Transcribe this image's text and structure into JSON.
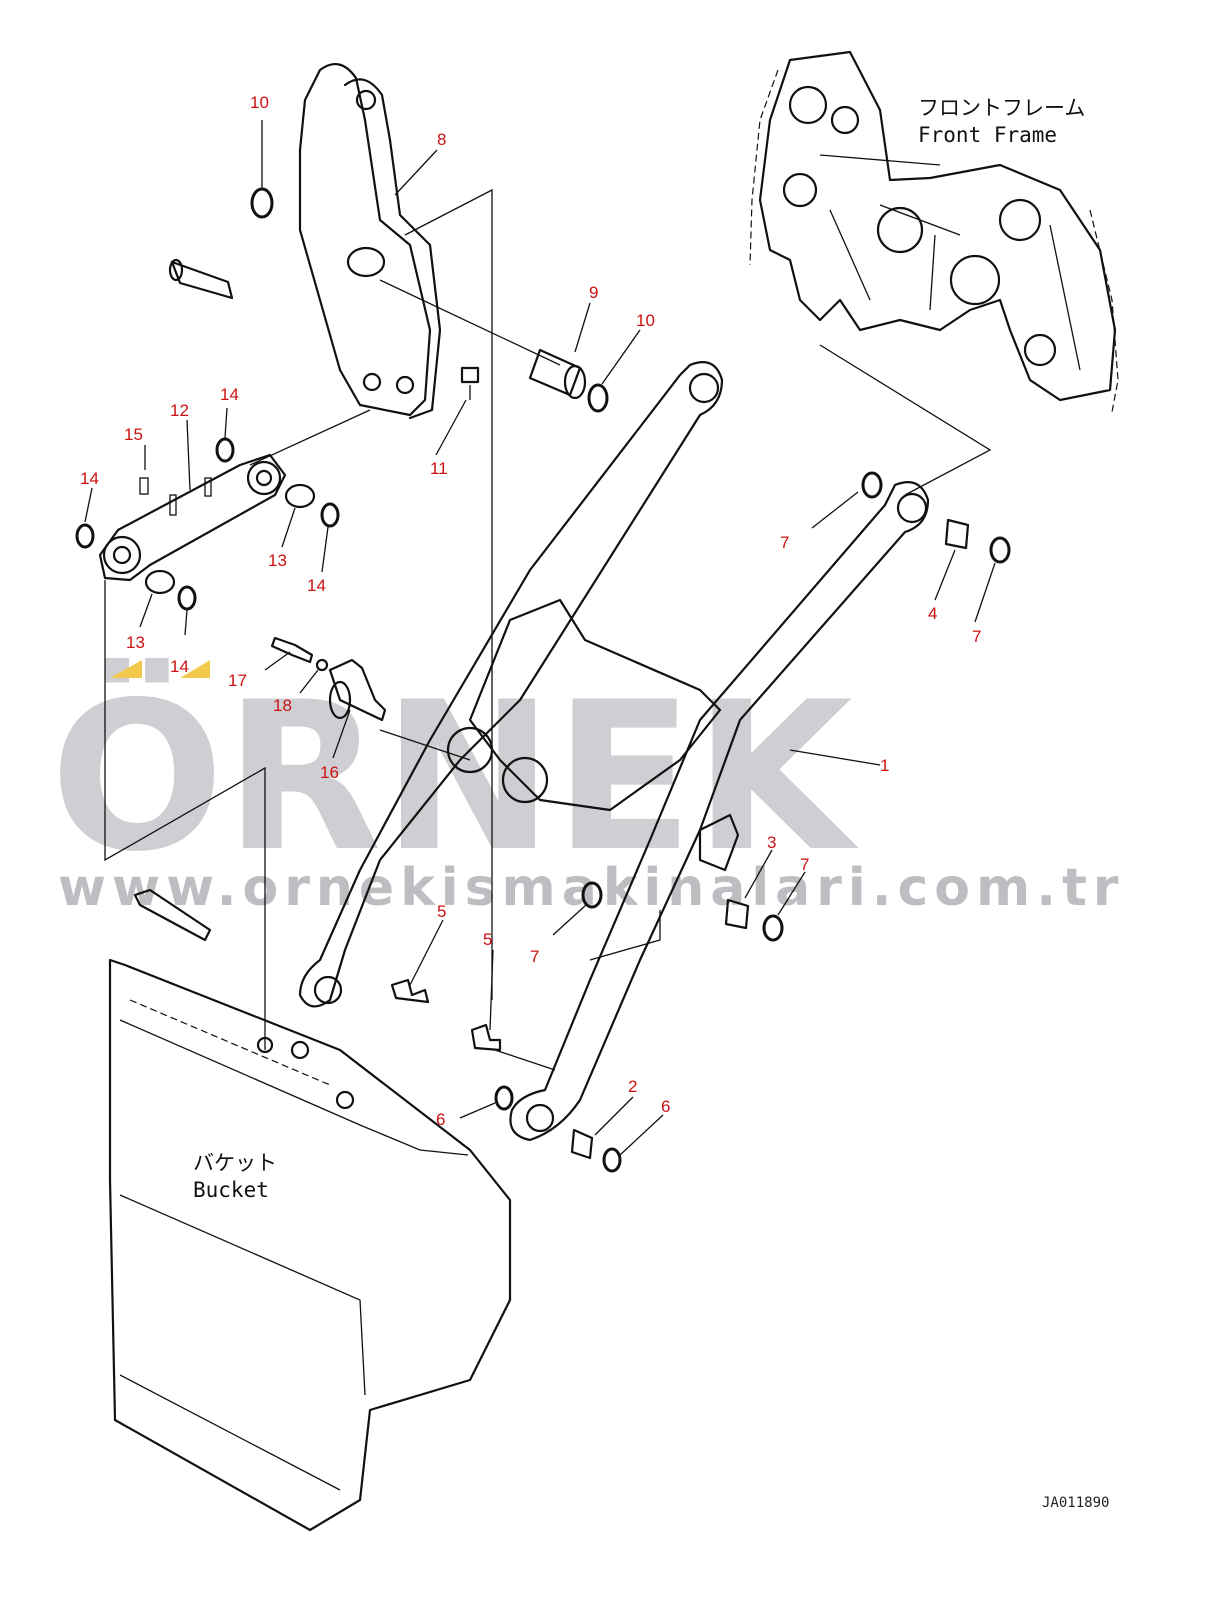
{
  "diagram": {
    "labels": {
      "front_frame_jp": "フロントフレーム",
      "front_frame_en": "Front Frame",
      "bucket_jp": "バケット",
      "bucket_en": "Bucket",
      "drawing_code": "JA011890"
    },
    "watermark": {
      "brand": "ÖRNEK",
      "url": "www.ornekismakinalari.com.tr"
    },
    "callouts": [
      "10",
      "8",
      "9",
      "10",
      "14",
      "12",
      "15",
      "14",
      "11",
      "13",
      "14",
      "13",
      "14",
      "17",
      "18",
      "16",
      "7",
      "4",
      "7",
      "1",
      "3",
      "7",
      "5",
      "5",
      "7",
      "6",
      "2",
      "6"
    ]
  }
}
